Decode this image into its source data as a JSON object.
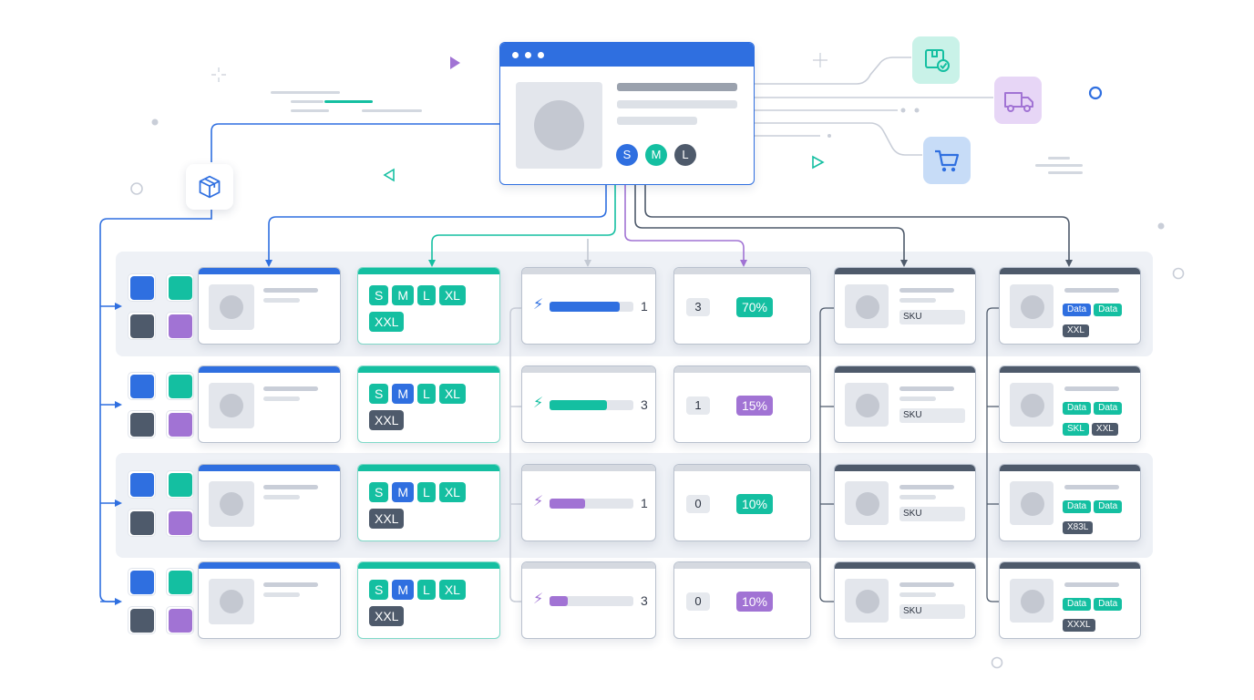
{
  "product": {
    "size_options": [
      "S",
      "M",
      "L"
    ]
  },
  "rows": [
    {
      "sizes": [
        "S",
        "M",
        "L",
        "XL",
        "XXL"
      ],
      "active_sizes": [],
      "muted_sizes": [],
      "progress": {
        "fraction": 0.84,
        "count": "1",
        "color": "#2f6fe0"
      },
      "counter": "3",
      "percent": "70%",
      "percent_color": "#14bfa1",
      "sku_label": "SKU",
      "tags": [
        "Data",
        "Data",
        "XXL"
      ]
    },
    {
      "sizes": [
        "S",
        "M",
        "L",
        "XL",
        "XXL"
      ],
      "active_sizes": [
        "M"
      ],
      "muted_sizes": [
        "XXL"
      ],
      "progress": {
        "fraction": 0.68,
        "count": "3",
        "color": "#14bfa1"
      },
      "counter": "1",
      "percent": "15%",
      "percent_color": "#a173d4",
      "sku_label": "SKU",
      "tags": [
        "Data",
        "Data",
        "SKL",
        "XXL"
      ]
    },
    {
      "sizes": [
        "S",
        "M",
        "L",
        "XL",
        "XXL"
      ],
      "active_sizes": [
        "M"
      ],
      "muted_sizes": [
        "XXL"
      ],
      "progress": {
        "fraction": 0.42,
        "count": "1",
        "color": "#a173d4"
      },
      "counter": "0",
      "percent": "10%",
      "percent_color": "#14bfa1",
      "sku_label": "SKU",
      "tags": [
        "Data",
        "Data",
        "X83L"
      ]
    },
    {
      "sizes": [
        "S",
        "M",
        "L",
        "XL",
        "XXL"
      ],
      "active_sizes": [
        "M"
      ],
      "muted_sizes": [
        "XXL"
      ],
      "progress": {
        "fraction": 0.22,
        "count": "3",
        "color": "#a173d4"
      },
      "counter": "0",
      "percent": "10%",
      "percent_color": "#a173d4",
      "sku_label": "SKU",
      "tags": [
        "Data",
        "Data",
        "XXXL"
      ]
    }
  ],
  "icons": {
    "package": "package-icon",
    "verified_package": "package-check-icon",
    "delivery": "delivery-truck-icon",
    "cart": "shopping-cart-icon"
  },
  "colors": {
    "blue": "#2f6fe0",
    "teal": "#14bfa1",
    "purple": "#a173d4",
    "slate": "#4e5a6b",
    "light_gray": "#c9ced8"
  }
}
